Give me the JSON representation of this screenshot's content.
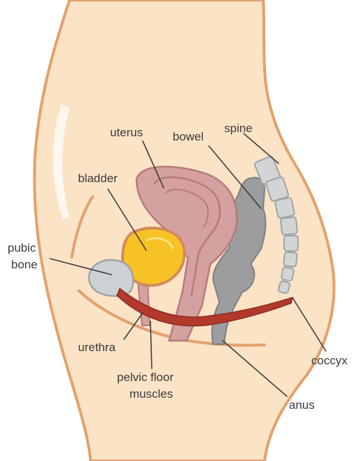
{
  "labels": {
    "uterus": "uterus",
    "bowel": "bowel",
    "spine": "spine",
    "bladder": "bladder",
    "pubic_line1": "pubic",
    "pubic_line2": "bone",
    "urethra": "urethra",
    "pelvic_line1": "pelvic floor",
    "pelvic_line2": "muscles",
    "coccyx": "coccyx",
    "anus": "anus"
  },
  "colors": {
    "skin": "#fbe3c6",
    "skin_outline": "#e3a06e",
    "uterus": "#d4a0a0",
    "uterus_outline": "#b77a7a",
    "bladder": "#f7c226",
    "bladder_outline": "#d48a5c",
    "pubic_bone": "#cdd1d4",
    "bowel": "#9c9d9f",
    "muscle": "#b23a2c",
    "vertebra": "#d2d4d6",
    "text": "#3a3a3a"
  }
}
